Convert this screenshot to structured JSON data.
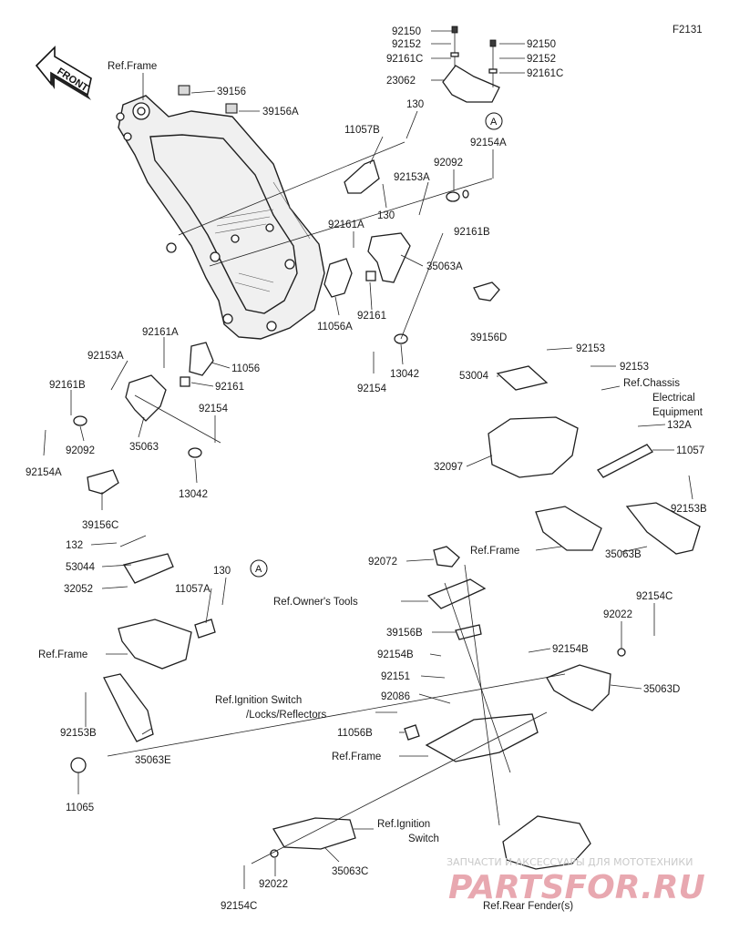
{
  "figure_code": "F2131",
  "front_label": "FRONT",
  "circle_marker": "A",
  "labels": {
    "ref_frame_top": "Ref.Frame",
    "p39156": "39156",
    "p39156A": "39156A",
    "p11057B": "11057B",
    "p130_top": "130",
    "p92150_a": "92150",
    "p92152_a": "92152",
    "p92161C_a": "92161C",
    "p23062": "23062",
    "p92150_b": "92150",
    "p92152_b": "92152",
    "p92161C_b": "92161C",
    "p92154A_top": "92154A",
    "p92092_top": "92092",
    "p92153A_top": "92153A",
    "p130_mid": "130",
    "p92161B_top": "92161B",
    "p92161A_top": "92161A",
    "p35063A": "35063A",
    "p11056A": "11056A",
    "p92161_mid": "92161",
    "p39156D": "39156D",
    "p13042_top": "13042",
    "p92154_top": "92154",
    "p92161A_left": "92161A",
    "p92153A_left": "92153A",
    "p11056": "11056",
    "p92161B_left": "92161B",
    "p92161_left": "92161",
    "p92154_left": "92154",
    "p92092_left": "92092",
    "p35063": "35063",
    "p92154A_left": "92154A",
    "p13042_left": "13042",
    "p39156C": "39156C",
    "p92153_a": "92153",
    "p53004": "53004",
    "p92153_b": "92153",
    "ref_chassis_1": "Ref.Chassis",
    "ref_chassis_2": "Electrical",
    "ref_chassis_3": "Equipment",
    "p132A": "132A",
    "p11057": "11057",
    "p32097": "32097",
    "p92153B_right": "92153B",
    "ref_frame_right": "Ref.Frame",
    "p35063B": "35063B",
    "p132": "132",
    "p53044": "53044",
    "p32052": "32052",
    "p11057A": "11057A",
    "p130_low": "130",
    "ref_frame_left": "Ref.Frame",
    "p92153B_left": "92153B",
    "p35063E": "35063E",
    "p11065": "11065",
    "p92072": "92072",
    "ref_owners_tools": "Ref.Owner's Tools",
    "p92154C_right": "92154C",
    "p92022_right": "92022",
    "p39156B": "39156B",
    "p92154B_a": "92154B",
    "p92154B_b": "92154B",
    "p92151": "92151",
    "p35063D": "35063D",
    "ref_ign_locks_1": "Ref.Ignition Switch",
    "ref_ign_locks_2": "/Locks/Reflectors",
    "p92086": "92086",
    "p11056B": "11056B",
    "ref_frame_bottom": "Ref.Frame",
    "ref_ign_1": "Ref.Ignition",
    "ref_ign_2": "Switch",
    "p92022_left": "92022",
    "p35063C": "35063C",
    "p92154C_left": "92154C",
    "ref_rear_fender": "Ref.Rear Fender(s)"
  },
  "watermark": {
    "line1": "ЗАПЧАСТИ И АКСЕССУАРЫ ДЛЯ МОТОТЕХНИКИ",
    "line2": "PARTSFOR.RU"
  },
  "colors": {
    "line": "#1f1f1f",
    "watermark_red": "#e49aa3",
    "watermark_grey": "#c9c9c9"
  }
}
